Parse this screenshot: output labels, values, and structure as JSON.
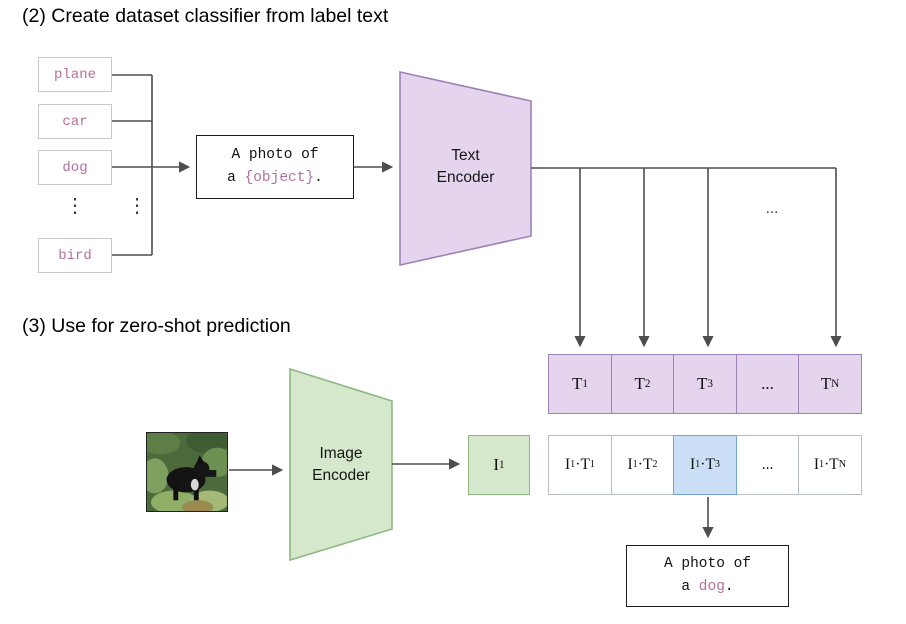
{
  "colors": {
    "purple_fill": "#e4d4ee",
    "purple_border": "#9d83b5",
    "green_fill": "#d5e8cc",
    "green_border": "#8fb883",
    "blue_fill": "#cbe0f7",
    "blue_border": "#74a4d8",
    "pink": "#b5709a",
    "line": "#4d4d4d",
    "label_border": "#c9c9c9",
    "cell_border": "#b9bdc6",
    "text": "#111111"
  },
  "section2": {
    "title": "(2) Create dataset classifier from label text",
    "class_labels": [
      "plane",
      "car",
      "dog",
      "bird"
    ],
    "vertical_ellipsis": "⋮",
    "prompt": {
      "line1": "A photo of",
      "line2_prefix": "a ",
      "object": "{object}",
      "line2_suffix": "."
    },
    "text_encoder": {
      "line1": "Text",
      "line2": "Encoder"
    },
    "bus_ellipsis": "..."
  },
  "embeddings": {
    "t_row": [
      {
        "base": "T",
        "sub": "1"
      },
      {
        "base": "T",
        "sub": "2"
      },
      {
        "base": "T",
        "sub": "3"
      },
      {
        "base": "...",
        "sub": ""
      },
      {
        "base": "T",
        "sub": "N"
      }
    ]
  },
  "section3": {
    "title": "(3) Use for zero-shot prediction",
    "image_encoder": {
      "line1": "Image",
      "line2": "Encoder"
    },
    "image_embedding": {
      "base": "I",
      "sub": "1"
    },
    "similarity_row": [
      {
        "i": "I",
        "isub": "1",
        "dot": "·",
        "t": "T",
        "tsub": "1"
      },
      {
        "i": "I",
        "isub": "1",
        "dot": "·",
        "t": "T",
        "tsub": "2"
      },
      {
        "i": "I",
        "isub": "1",
        "dot": "·",
        "t": "T",
        "tsub": "3"
      },
      {
        "i": "...",
        "isub": "",
        "dot": "",
        "t": "",
        "tsub": ""
      },
      {
        "i": "I",
        "isub": "1",
        "dot": "·",
        "t": "T",
        "tsub": "N"
      }
    ],
    "result": {
      "line1": "A photo of",
      "line2_prefix": "a ",
      "object": "dog",
      "line2_suffix": "."
    }
  }
}
